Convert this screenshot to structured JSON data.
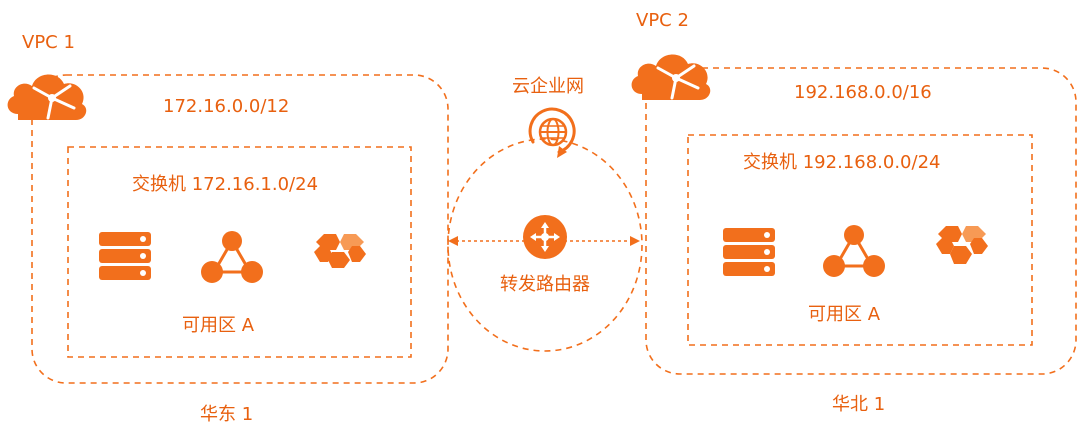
{
  "colors": {
    "accent": "#f26f1c",
    "accent_light": "#f79a55",
    "background": "#ffffff"
  },
  "vpc1": {
    "title": "VPC 1",
    "cidr": "172.16.0.0/12",
    "vswitch": "交换机 172.16.1.0/24",
    "zone": "可用区 A",
    "region": "华东 1",
    "icons": [
      "cloud-icon",
      "server-stack-icon",
      "network-nodes-icon",
      "hexagon-cluster-icon"
    ]
  },
  "vpc2": {
    "title": "VPC 2",
    "cidr": "192.168.0.0/16",
    "vswitch": "交换机 192.168.0.0/24",
    "zone": "可用区 A",
    "region": "华北 1",
    "icons": [
      "cloud-icon",
      "server-stack-icon",
      "network-nodes-icon",
      "hexagon-cluster-icon"
    ]
  },
  "cen": {
    "title": "云企业网",
    "router": "转发路由器",
    "icons": [
      "globe-icon",
      "router-icon"
    ]
  }
}
